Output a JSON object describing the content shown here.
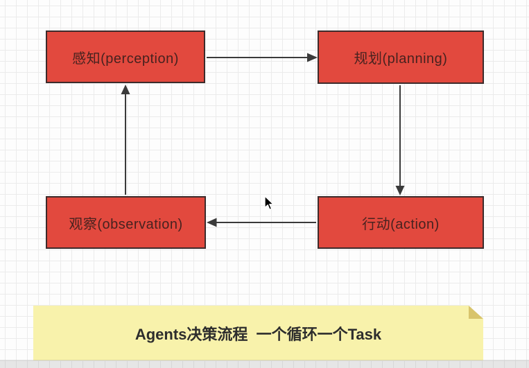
{
  "diagram": {
    "nodes": [
      {
        "id": "perception",
        "label": "感知(perception)"
      },
      {
        "id": "planning",
        "label": "规划(planning)"
      },
      {
        "id": "action",
        "label": "行动(action)"
      },
      {
        "id": "observation",
        "label": "观察(observation)"
      }
    ],
    "edges": [
      {
        "from": "perception",
        "to": "planning"
      },
      {
        "from": "planning",
        "to": "action"
      },
      {
        "from": "action",
        "to": "observation"
      },
      {
        "from": "observation",
        "to": "perception"
      }
    ],
    "note": {
      "text": "Agents决策流程  一个循环一个Task"
    },
    "colors": {
      "node_fill": "#e2493e",
      "node_border": "#3d2b2b",
      "node_text": "#47221f",
      "arrow": "#3a3a3a",
      "note_fill": "#f8f2ab",
      "note_fold": "#d8c46c",
      "note_text": "#2d2d2d",
      "grid_line": "#ebebeb",
      "canvas_bg": "#fdfdfd"
    }
  }
}
